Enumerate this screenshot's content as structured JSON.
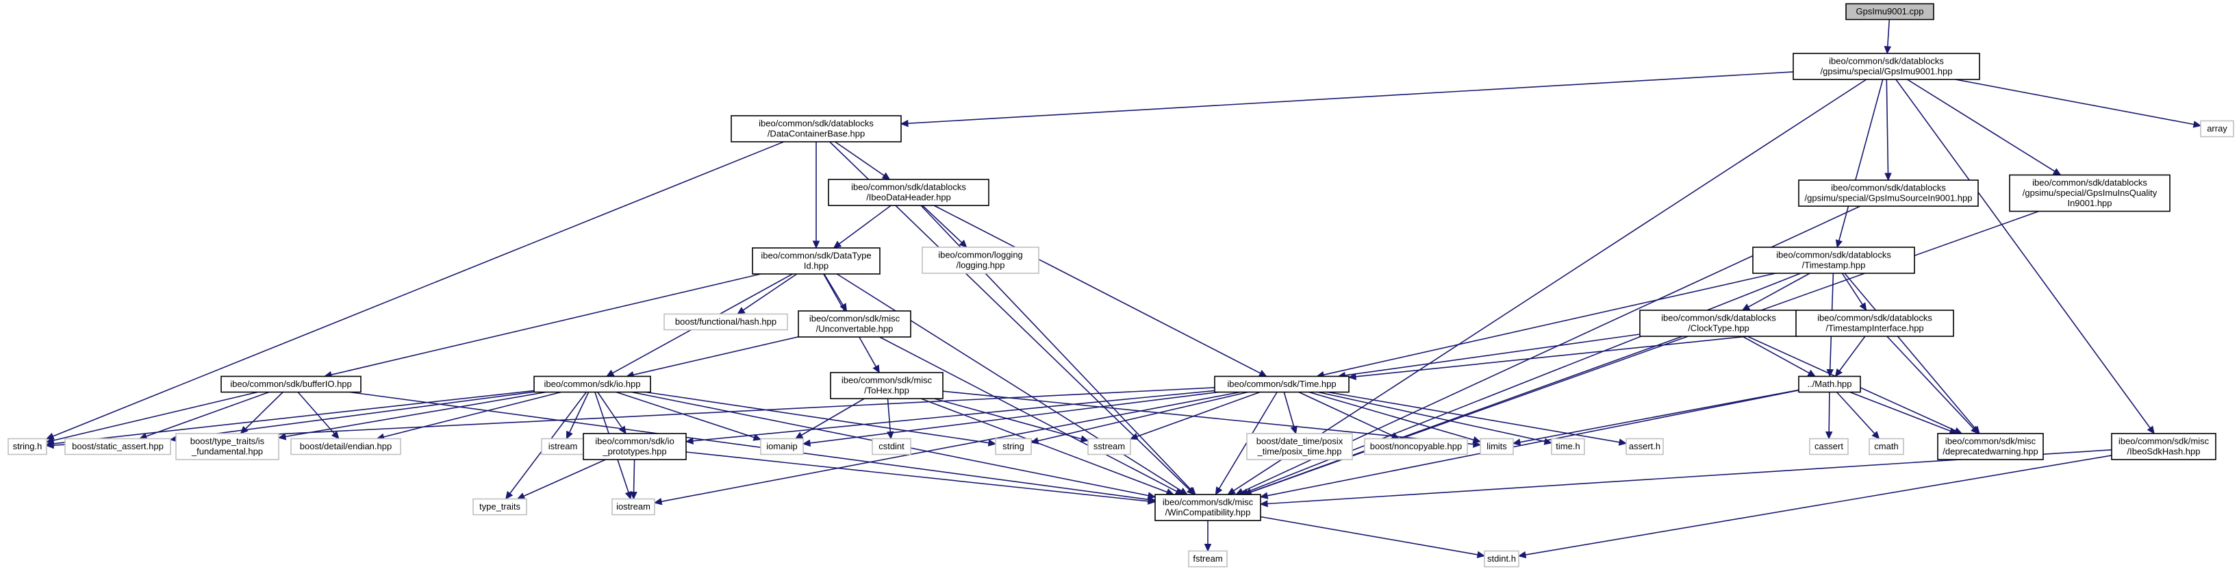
{
  "diagram": {
    "colors": {
      "edge": "#191970",
      "root_fill": "#bfbfbf",
      "root_border": "#000000",
      "documented_border": "#000000",
      "external_border": "#bfbfbf",
      "text": "#000000",
      "background": "#ffffff"
    },
    "nodes": [
      {
        "id": "root",
        "lines": [
          "GpsImu9001.cpp"
        ],
        "kind": "root"
      },
      {
        "id": "gpsimu9001",
        "lines": [
          "ibeo/common/sdk/datablocks",
          "/gpsimu/special/GpsImu9001.hpp"
        ],
        "kind": "documented"
      },
      {
        "id": "dcbase",
        "lines": [
          "ibeo/common/sdk/datablocks",
          "/DataContainerBase.hpp"
        ],
        "kind": "documented"
      },
      {
        "id": "array",
        "lines": [
          "array"
        ],
        "kind": "external"
      },
      {
        "id": "ibeodataheader",
        "lines": [
          "ibeo/common/sdk/datablocks",
          "/IbeoDataHeader.hpp"
        ],
        "kind": "documented"
      },
      {
        "id": "gpsimusource",
        "lines": [
          "ibeo/common/sdk/datablocks",
          "/gpsimu/special/GpsImuSourceIn9001.hpp"
        ],
        "kind": "documented"
      },
      {
        "id": "gpsinsquality",
        "lines": [
          "ibeo/common/sdk/datablocks",
          "/gpsimu/special/GpsImuInsQuality",
          "In9001.hpp"
        ],
        "kind": "documented"
      },
      {
        "id": "datatypeid",
        "lines": [
          "ibeo/common/sdk/DataType",
          "Id.hpp"
        ],
        "kind": "documented"
      },
      {
        "id": "logging",
        "lines": [
          "ibeo/common/logging",
          "/logging.hpp"
        ],
        "kind": "external"
      },
      {
        "id": "timestamp",
        "lines": [
          "ibeo/common/sdk/datablocks",
          "/Timestamp.hpp"
        ],
        "kind": "documented"
      },
      {
        "id": "funchash",
        "lines": [
          "boost/functional/hash.hpp"
        ],
        "kind": "external"
      },
      {
        "id": "unconvertable",
        "lines": [
          "ibeo/common/sdk/misc",
          "/Unconvertable.hpp"
        ],
        "kind": "documented"
      },
      {
        "id": "clocktype",
        "lines": [
          "ibeo/common/sdk/datablocks",
          "/ClockType.hpp"
        ],
        "kind": "documented"
      },
      {
        "id": "tsinterface",
        "lines": [
          "ibeo/common/sdk/datablocks",
          "/TimestampInterface.hpp"
        ],
        "kind": "documented"
      },
      {
        "id": "bufferio",
        "lines": [
          "ibeo/common/sdk/bufferIO.hpp"
        ],
        "kind": "documented"
      },
      {
        "id": "iohpp",
        "lines": [
          "ibeo/common/sdk/io.hpp"
        ],
        "kind": "documented"
      },
      {
        "id": "tohex",
        "lines": [
          "ibeo/common/sdk/misc",
          "/ToHex.hpp"
        ],
        "kind": "documented"
      },
      {
        "id": "timehpp",
        "lines": [
          "ibeo/common/sdk/Time.hpp"
        ],
        "kind": "documented"
      },
      {
        "id": "mathhpp",
        "lines": [
          "../Math.hpp"
        ],
        "kind": "documented"
      },
      {
        "id": "stringh",
        "lines": [
          "string.h"
        ],
        "kind": "external"
      },
      {
        "id": "staticassert",
        "lines": [
          "boost/static_assert.hpp"
        ],
        "kind": "external"
      },
      {
        "id": "typetraitsfund",
        "lines": [
          "boost/type_traits/is",
          "_fundamental.hpp"
        ],
        "kind": "external"
      },
      {
        "id": "endian",
        "lines": [
          "boost/detail/endian.hpp"
        ],
        "kind": "external"
      },
      {
        "id": "istream",
        "lines": [
          "istream"
        ],
        "kind": "external"
      },
      {
        "id": "ioprototypes",
        "lines": [
          "ibeo/common/sdk/io",
          "_prototypes.hpp"
        ],
        "kind": "documented"
      },
      {
        "id": "iomanip",
        "lines": [
          "iomanip"
        ],
        "kind": "external"
      },
      {
        "id": "cstdint",
        "lines": [
          "cstdint"
        ],
        "kind": "external"
      },
      {
        "id": "string",
        "lines": [
          "string"
        ],
        "kind": "external"
      },
      {
        "id": "sstream",
        "lines": [
          "sstream"
        ],
        "kind": "external"
      },
      {
        "id": "posixtime",
        "lines": [
          "boost/date_time/posix",
          "_time/posix_time.hpp"
        ],
        "kind": "external"
      },
      {
        "id": "noncopyable",
        "lines": [
          "boost/noncopyable.hpp"
        ],
        "kind": "external"
      },
      {
        "id": "limits",
        "lines": [
          "limits"
        ],
        "kind": "external"
      },
      {
        "id": "timeh",
        "lines": [
          "time.h"
        ],
        "kind": "external"
      },
      {
        "id": "asserth",
        "lines": [
          "assert.h"
        ],
        "kind": "external"
      },
      {
        "id": "cassert",
        "lines": [
          "cassert"
        ],
        "kind": "external"
      },
      {
        "id": "cmath",
        "lines": [
          "cmath"
        ],
        "kind": "external"
      },
      {
        "id": "deprecated",
        "lines": [
          "ibeo/common/sdk/misc",
          "/deprecatedwarning.hpp"
        ],
        "kind": "documented"
      },
      {
        "id": "sdkhash",
        "lines": [
          "ibeo/common/sdk/misc",
          "/IbeoSdkHash.hpp"
        ],
        "kind": "documented"
      },
      {
        "id": "typetraits",
        "lines": [
          "type_traits"
        ],
        "kind": "external"
      },
      {
        "id": "iostream",
        "lines": [
          "iostream"
        ],
        "kind": "external"
      },
      {
        "id": "wincompat",
        "lines": [
          "ibeo/common/sdk/misc",
          "/WinCompatibility.hpp"
        ],
        "kind": "documented"
      },
      {
        "id": "fstream",
        "lines": [
          "fstream"
        ],
        "kind": "external"
      },
      {
        "id": "stdinth",
        "lines": [
          "stdint.h"
        ],
        "kind": "external"
      }
    ],
    "edges": [
      [
        "root",
        "gpsimu9001"
      ],
      [
        "gpsimu9001",
        "dcbase"
      ],
      [
        "gpsimu9001",
        "array"
      ],
      [
        "gpsimu9001",
        "gpsimusource"
      ],
      [
        "gpsimu9001",
        "gpsinsquality"
      ],
      [
        "gpsimu9001",
        "timestamp"
      ],
      [
        "gpsimu9001",
        "sdkhash"
      ],
      [
        "gpsimu9001",
        "wincompat"
      ],
      [
        "dcbase",
        "ibeodataheader"
      ],
      [
        "dcbase",
        "datatypeid"
      ],
      [
        "dcbase",
        "stringh"
      ],
      [
        "dcbase",
        "wincompat"
      ],
      [
        "ibeodataheader",
        "datatypeid"
      ],
      [
        "ibeodataheader",
        "logging"
      ],
      [
        "ibeodataheader",
        "timehpp"
      ],
      [
        "ibeodataheader",
        "wincompat"
      ],
      [
        "datatypeid",
        "funchash"
      ],
      [
        "datatypeid",
        "unconvertable"
      ],
      [
        "datatypeid",
        "bufferio"
      ],
      [
        "datatypeid",
        "iohpp"
      ],
      [
        "datatypeid",
        "tohex"
      ],
      [
        "datatypeid",
        "wincompat"
      ],
      [
        "unconvertable",
        "iohpp"
      ],
      [
        "unconvertable",
        "wincompat"
      ],
      [
        "bufferio",
        "stringh"
      ],
      [
        "bufferio",
        "staticassert"
      ],
      [
        "bufferio",
        "typetraitsfund"
      ],
      [
        "bufferio",
        "endian"
      ],
      [
        "bufferio",
        "wincompat"
      ],
      [
        "iohpp",
        "stringh"
      ],
      [
        "iohpp",
        "staticassert"
      ],
      [
        "iohpp",
        "typetraitsfund"
      ],
      [
        "iohpp",
        "endian"
      ],
      [
        "iohpp",
        "istream"
      ],
      [
        "iohpp",
        "ioprototypes"
      ],
      [
        "iohpp",
        "iomanip"
      ],
      [
        "iohpp",
        "string"
      ],
      [
        "iohpp",
        "typetraits"
      ],
      [
        "iohpp",
        "iostream"
      ],
      [
        "iohpp",
        "wincompat"
      ],
      [
        "ioprototypes",
        "typetraits"
      ],
      [
        "ioprototypes",
        "iostream"
      ],
      [
        "ioprototypes",
        "wincompat"
      ],
      [
        "tohex",
        "iomanip"
      ],
      [
        "tohex",
        "cstdint"
      ],
      [
        "tohex",
        "sstream"
      ],
      [
        "tohex",
        "limits"
      ],
      [
        "tohex",
        "wincompat"
      ],
      [
        "timestamp",
        "clocktype"
      ],
      [
        "timestamp",
        "tsinterface"
      ],
      [
        "timestamp",
        "timehpp"
      ],
      [
        "timestamp",
        "mathhpp"
      ],
      [
        "timestamp",
        "deprecated"
      ],
      [
        "timestamp",
        "wincompat"
      ],
      [
        "clocktype",
        "timehpp"
      ],
      [
        "clocktype",
        "mathhpp"
      ],
      [
        "clocktype",
        "deprecated"
      ],
      [
        "clocktype",
        "wincompat"
      ],
      [
        "tsinterface",
        "timehpp"
      ],
      [
        "tsinterface",
        "mathhpp"
      ],
      [
        "tsinterface",
        "deprecated"
      ],
      [
        "timehpp",
        "stringh"
      ],
      [
        "timehpp",
        "ioprototypes"
      ],
      [
        "timehpp",
        "iomanip"
      ],
      [
        "timehpp",
        "string"
      ],
      [
        "timehpp",
        "sstream"
      ],
      [
        "timehpp",
        "posixtime"
      ],
      [
        "timehpp",
        "noncopyable"
      ],
      [
        "timehpp",
        "limits"
      ],
      [
        "timehpp",
        "timeh"
      ],
      [
        "timehpp",
        "asserth"
      ],
      [
        "timehpp",
        "iostream"
      ],
      [
        "timehpp",
        "wincompat"
      ],
      [
        "mathhpp",
        "limits"
      ],
      [
        "mathhpp",
        "cassert"
      ],
      [
        "mathhpp",
        "cmath"
      ],
      [
        "mathhpp",
        "deprecated"
      ],
      [
        "mathhpp",
        "wincompat"
      ],
      [
        "sdkhash",
        "wincompat"
      ],
      [
        "sdkhash",
        "stdinth"
      ],
      [
        "gpsimusource",
        "wincompat"
      ],
      [
        "gpsinsquality",
        "wincompat"
      ],
      [
        "wincompat",
        "fstream"
      ],
      [
        "wincompat",
        "stdinth"
      ]
    ]
  }
}
